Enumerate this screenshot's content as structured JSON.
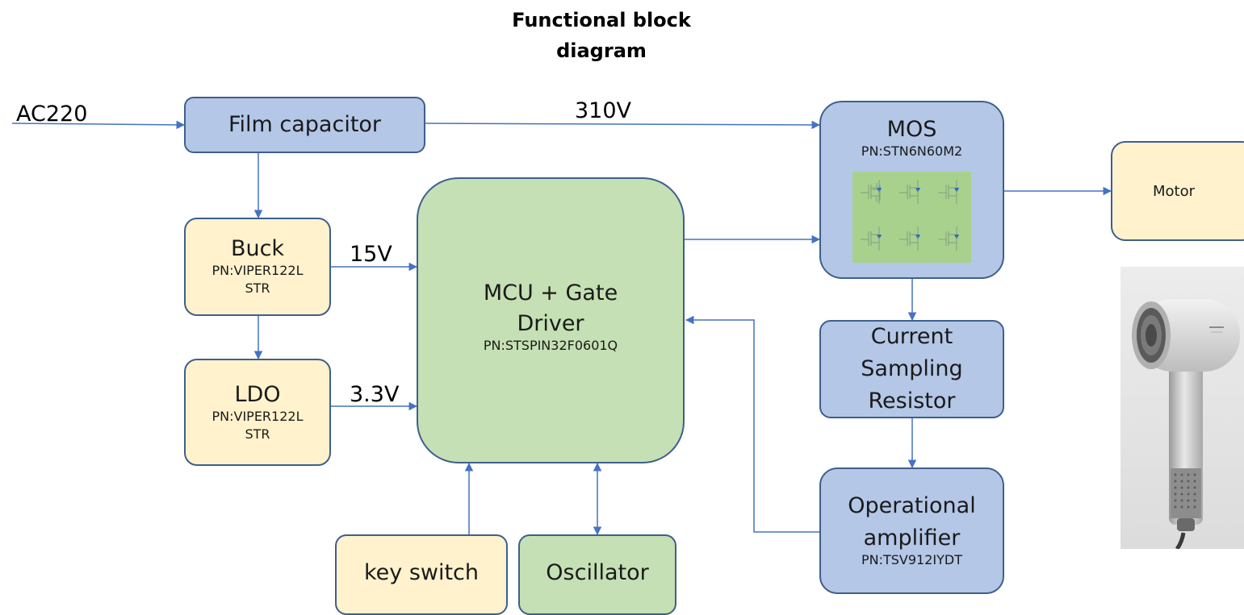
{
  "diagram": {
    "title_line1": "Functional block",
    "title_line2": "diagram"
  },
  "labels": {
    "ac_in": "AC220",
    "bus_voltage": "310V",
    "buck_voltage": "15V",
    "ldo_voltage": "3.3V"
  },
  "blocks": {
    "film_capacitor": {
      "name": "Film capacitor"
    },
    "buck": {
      "name": "Buck",
      "pn_line1": "PN:VIPER122L",
      "pn_line2": "STR"
    },
    "ldo": {
      "name": "LDO",
      "pn_line1": "PN:VIPER122L",
      "pn_line2": "STR"
    },
    "mcu": {
      "name_line1": "MCU + Gate",
      "name_line2": "Driver",
      "pn": "PN:STSPIN32F0601Q"
    },
    "mos": {
      "name": "MOS",
      "pn": "PN:STN6N60M2"
    },
    "motor": {
      "name": "Motor"
    },
    "current_sampling": {
      "line1": "Current",
      "line2": "Sampling",
      "line3": "Resistor"
    },
    "opamp": {
      "line1": "Operational",
      "line2": "amplifier",
      "pn": "PN:TSV912IYDT"
    },
    "key_switch": {
      "name": "key switch"
    },
    "oscillator": {
      "name": "Oscillator"
    }
  },
  "colors": {
    "blue_block": "#b4c7e7",
    "yellow_block": "#fff2cc",
    "green_block": "#c5e0b4",
    "wire": "#4472c4"
  },
  "icons": {
    "mos_schematic": "mosfet-bridge-icon",
    "product_photo": "hair-dryer-image"
  }
}
